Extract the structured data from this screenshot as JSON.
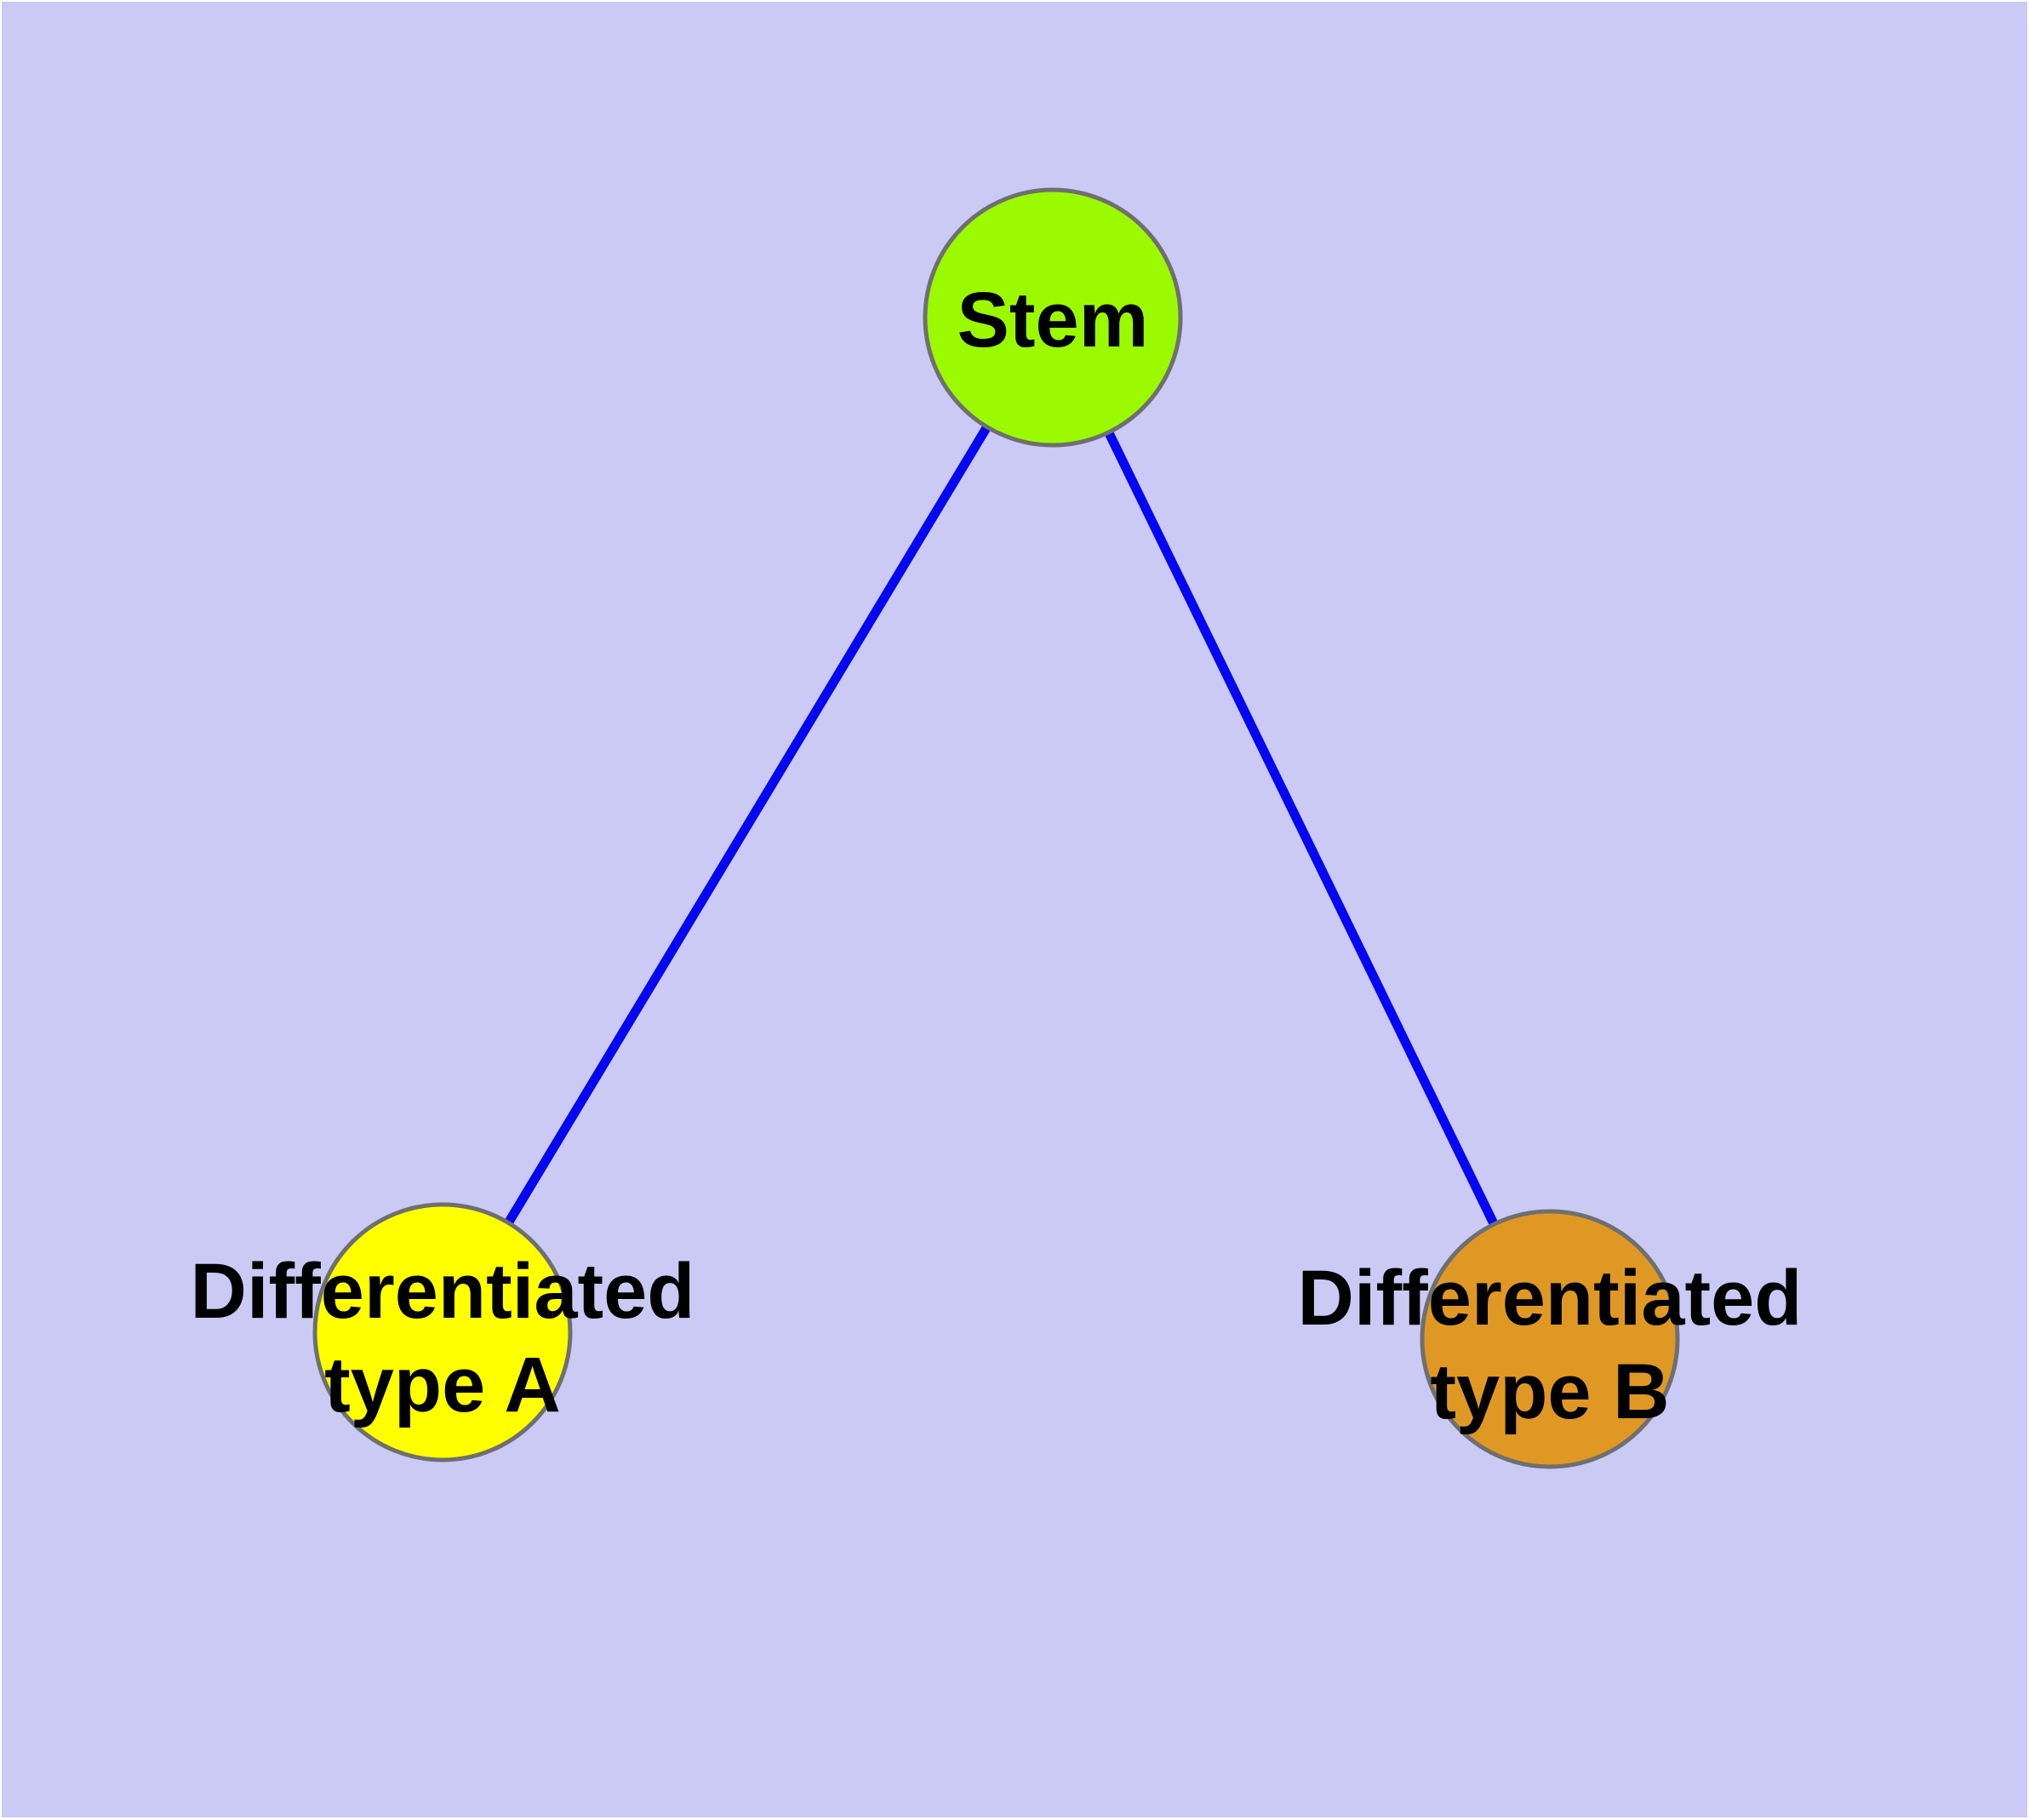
{
  "diagram": {
    "background_color": "#CACAF5",
    "node_border_color": "#6F6F6F",
    "edge_color": "#0606F0",
    "label_color": "#000000",
    "nodes": {
      "stem": {
        "id": "stem",
        "label": "Stem",
        "fill": "#9CFA00"
      },
      "typeA": {
        "id": "differentiated-type-a",
        "label_line1": "Differentiated",
        "label_line2": "type A",
        "fill": "#FFFF00"
      },
      "typeB": {
        "id": "differentiated-type-b",
        "label_line1": "Differentiated",
        "label_line2": "type B",
        "fill": "#E09825"
      }
    },
    "edges": [
      {
        "from": "Stem",
        "to": "Differentiated type A"
      },
      {
        "from": "Stem",
        "to": "Differentiated type B"
      }
    ]
  }
}
